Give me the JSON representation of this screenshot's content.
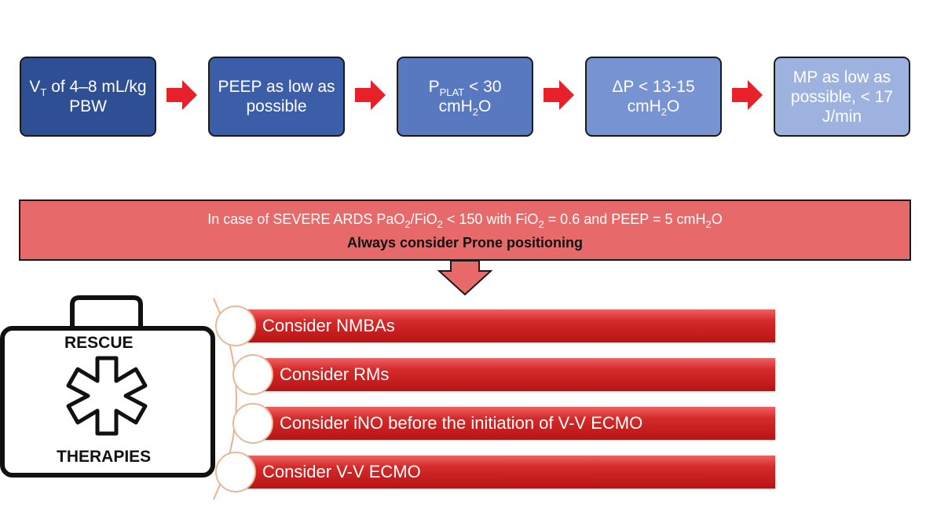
{
  "steps": [
    {
      "line1_main": "V",
      "line1_sub": "T",
      "line1_rest": " of 4–8 mL/kg",
      "line2": "PBW",
      "fill": "#2e4f93"
    },
    {
      "line1": "PEEP as low as",
      "line2": "possible",
      "fill": "#3c5ea8"
    },
    {
      "line1_main": "P",
      "line1_sub": "PLAT",
      "line1_rest": " < 30",
      "line2_main": "cmH",
      "line2_sub": "2",
      "line2_rest": "O",
      "fill": "#5878c0"
    },
    {
      "line1": "ΔP < 13-15",
      "line2_main": "cmH",
      "line2_sub": "2",
      "line2_rest": "O",
      "fill": "#7893d1"
    },
    {
      "line1": "MP as low as",
      "line2": "possible, < 17",
      "line3": "J/min",
      "fill": "#9db2df"
    }
  ],
  "banner": {
    "line1_a": "In case of SEVERE ARDS PaO",
    "sub1": "2",
    "line1_b": "/FiO",
    "sub2": "2",
    "line1_c": " < 150 with FiO",
    "sub3": "2",
    "line1_d": " = 0.6 and PEEP = 5 cmH",
    "sub4": "2",
    "line1_e": "O",
    "line2": "Always consider Prone positioning"
  },
  "kit": {
    "top_label": "RESCUE",
    "bottom_label": "THERAPIES"
  },
  "therapies": [
    "Consider NMBAs",
    "Consider RMs",
    "Consider iNO before the initiation of V-V ECMO",
    "Consider V-V ECMO"
  ],
  "colors": {
    "arrow": "#e8202a",
    "banner": "#e8696a",
    "bar": "#c41e1e",
    "outline": "#1a1a1a",
    "connector": "#f0b090"
  }
}
